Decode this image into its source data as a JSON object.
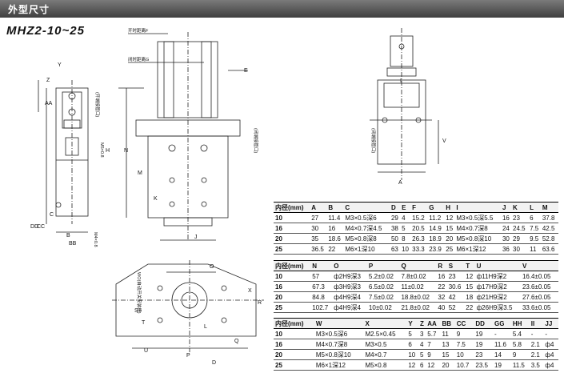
{
  "header": {
    "title": "外型尺寸"
  },
  "model": "MHZ2-10~25",
  "drawing_labels": {
    "open_stroke": "开时距离F",
    "close_stroke": "闭时距离G",
    "open_port": "(开端接管口)",
    "close_port": "(闭端接管口)",
    "auto_switch": "WO(自动开关安装槽)",
    "thread_note": "M5×0.8",
    "thread_note2": "M4×0.8",
    "letters": [
      "Y",
      "Z",
      "AA",
      "H",
      "N",
      "M",
      "K",
      "J",
      "E",
      "C",
      "B",
      "BB",
      "DD",
      "CC",
      "I",
      "A",
      "V",
      "S",
      "T",
      "X",
      "R",
      "Q",
      "P",
      "D",
      "O",
      "L",
      "U"
    ]
  },
  "table1": {
    "headers": [
      "内径(mm)",
      "A",
      "B",
      "C",
      "D",
      "E",
      "F",
      "G",
      "H",
      "I",
      "J",
      "K",
      "L",
      "M"
    ],
    "rows": [
      [
        "10",
        "27",
        "11.4",
        "M3×0.5深6",
        "29",
        "4",
        "15.2",
        "11.2",
        "12",
        "M3×0.5深5.5",
        "16",
        "23",
        "6",
        "37.8"
      ],
      [
        "16",
        "30",
        "16",
        "M4×0.7深4.5",
        "38",
        "5",
        "20.5",
        "14.9",
        "15",
        "M4×0.7深8",
        "24",
        "24.5",
        "7.5",
        "42.5"
      ],
      [
        "20",
        "35",
        "18.6",
        "M5×0.8深8",
        "50",
        "8",
        "26.3",
        "18.9",
        "20",
        "M5×0.8深10",
        "30",
        "29",
        "9.5",
        "52.8"
      ],
      [
        "25",
        "36.5",
        "22",
        "M6×1深10",
        "63",
        "10",
        "33.3",
        "23.9",
        "25",
        "M6×1深12",
        "36",
        "30",
        "11",
        "63.6"
      ]
    ]
  },
  "table2": {
    "headers": [
      "内径(mm)",
      "N",
      "O",
      "P",
      "Q",
      "R",
      "S",
      "T",
      "U",
      "V"
    ],
    "rows": [
      [
        "10",
        "57",
        "ф2H9深3",
        "5.2±0.02",
        "7.8±0.02",
        "16",
        "23",
        "12",
        "ф11H9深2",
        "16.4±0.05"
      ],
      [
        "16",
        "67.3",
        "ф3H9深3",
        "6.5±0.02",
        "11±0.02",
        "22",
        "30.6",
        "15",
        "ф17H9深2",
        "23.6±0.05"
      ],
      [
        "20",
        "84.8",
        "ф4H9深4",
        "7.5±0.02",
        "18.8±0.02",
        "32",
        "42",
        "18",
        "ф21H9深2",
        "27.6±0.05"
      ],
      [
        "25",
        "102.7",
        "ф4H9深4",
        "10±0.02",
        "21.8±0.02",
        "40",
        "52",
        "22",
        "ф26H9深3.5",
        "33.6±0.05"
      ]
    ]
  },
  "table3": {
    "headers": [
      "内径(mm)",
      "W",
      "X",
      "Y",
      "Z",
      "AA",
      "BB",
      "CC",
      "DD",
      "GG",
      "HH",
      "II",
      "JJ"
    ],
    "rows": [
      [
        "10",
        "M3×0.5深6",
        "M2.5×0.45",
        "5",
        "3",
        "5.7",
        "11",
        "9",
        "19",
        "-",
        "5.4",
        "-",
        "-"
      ],
      [
        "16",
        "M4×0.7深8",
        "M3×0.5",
        "6",
        "4",
        "7",
        "13",
        "7.5",
        "19",
        "11.6",
        "5.8",
        "2.1",
        "ф4"
      ],
      [
        "20",
        "M5×0.8深10",
        "M4×0.7",
        "10",
        "5",
        "9",
        "15",
        "10",
        "23",
        "14",
        "9",
        "2.1",
        "ф4"
      ],
      [
        "25",
        "M6×1深12",
        "M5×0.8",
        "12",
        "6",
        "12",
        "20",
        "10.7",
        "23.5",
        "19",
        "11.5",
        "3.5",
        "ф4"
      ]
    ]
  }
}
